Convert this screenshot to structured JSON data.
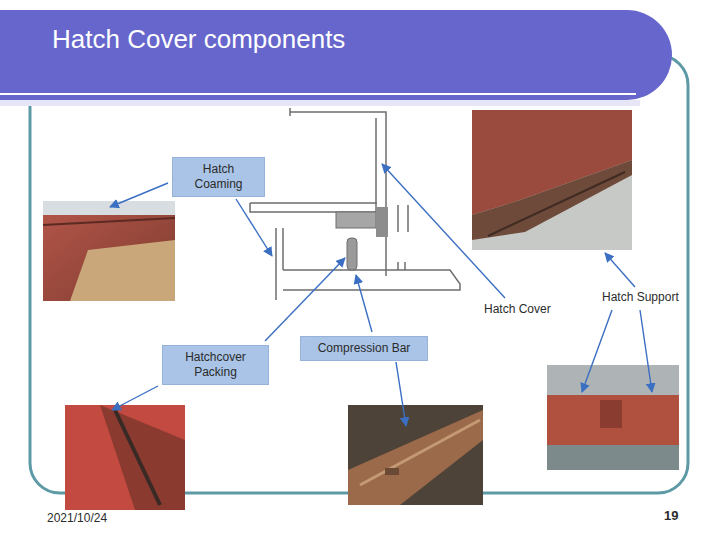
{
  "diagram": {
    "title": "Hatch Cover components",
    "nodes": [
      {
        "text": [
          "Hatch Coaming"
        ]
      },
      {
        "text": [
          "Hatchcover Packing"
        ]
      },
      {
        "text": [
          "Compression Bar"
        ]
      }
    ],
    "labels": [
      "Hatch Cover",
      "Hatch Support",
      "2021/10/24",
      "19"
    ]
  }
}
